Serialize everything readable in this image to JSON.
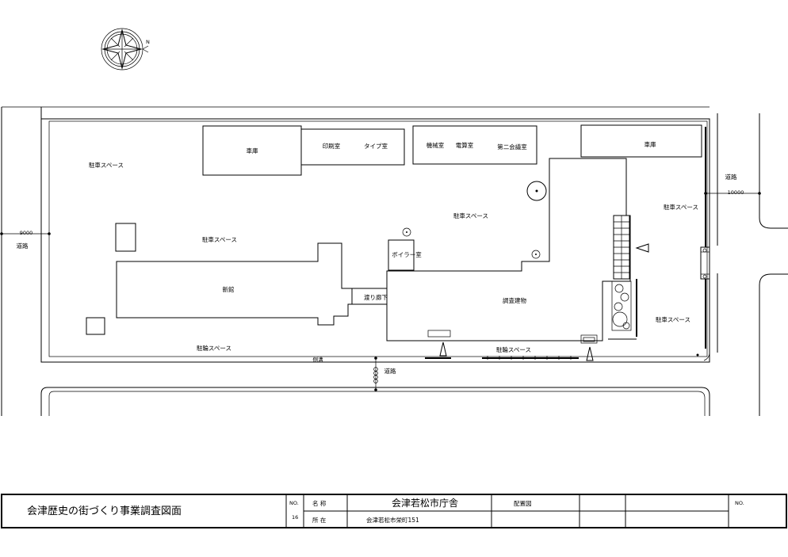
{
  "compass": {
    "north_label": "N"
  },
  "site": {
    "rooms": {
      "garage_left": "車庫",
      "print_room": "印刷室",
      "type_room": "タイプ室",
      "machine_room": "機械室",
      "computer_room": "電算室",
      "meeting_room": "第二会議室",
      "garage_right": "車庫",
      "boiler_room": "ボイラー室",
      "corridor": "渡り廊下",
      "new_building": "新館",
      "surveyed_building": "調査建物"
    },
    "spaces": {
      "parking_nw": "駐車スペース",
      "parking_center_west": "駐車スペース",
      "parking_center": "駐車スペース",
      "parking_east": "駐車スペース",
      "parking_se": "駐車スペース",
      "bicycle_sw": "駐輪スペース",
      "bicycle_s": "駐輪スペース"
    },
    "roads": {
      "west_label": "道路",
      "west_width": "9000",
      "east_label": "道路",
      "east_width": "10000",
      "south_label": "道路",
      "curb_label": "側溝"
    }
  },
  "title_block": {
    "title": "会津歴史の街づくり事業調査図面",
    "no_label": "NO.",
    "no_value": "16",
    "name_label": "名 称",
    "name_value": "会津若松市庁舎",
    "drawing_type": "配置図",
    "location_label": "所 在",
    "location_value": "会津若松市栄町151",
    "no_label_right": "NO."
  }
}
